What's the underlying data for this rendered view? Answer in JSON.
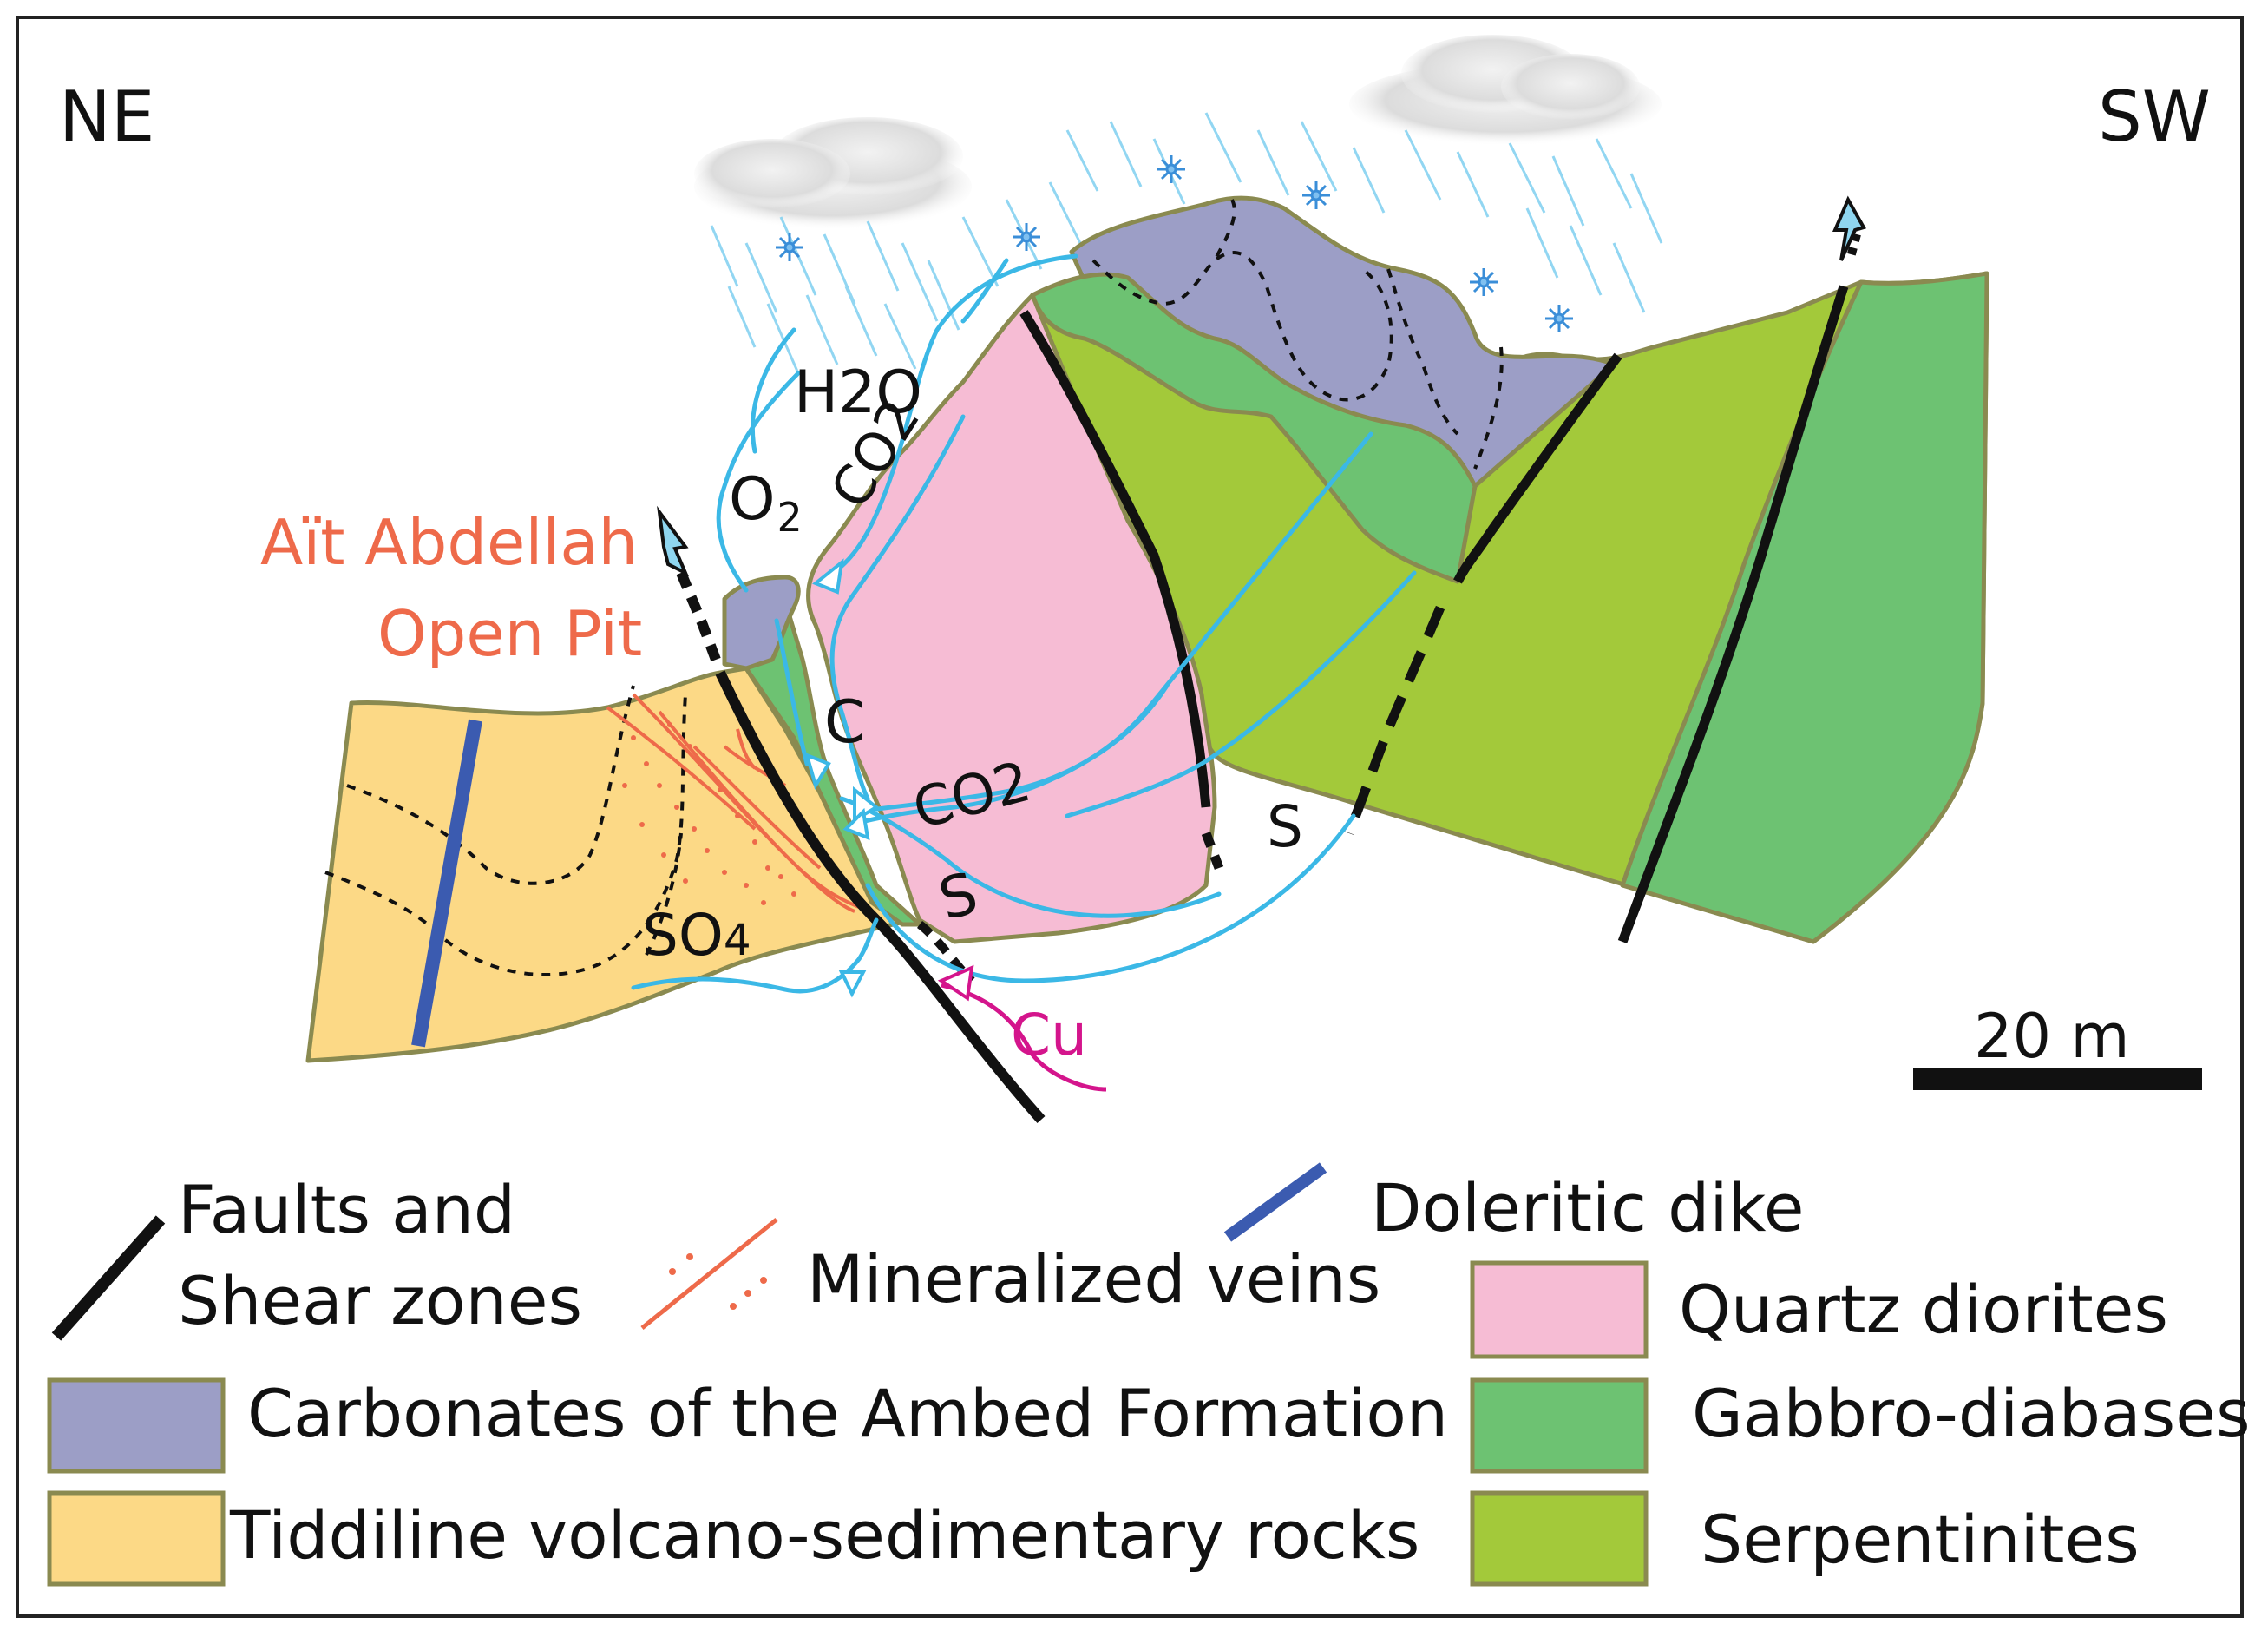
{
  "orientation": {
    "left": "NE",
    "right": "SW"
  },
  "site_label": {
    "line1": "Aït Abdellah",
    "line2": "Open Pit"
  },
  "chemistry": {
    "h2o": "H2O",
    "o2": "O",
    "o2_sub": "2",
    "co2_upper": "CO2",
    "c": "C",
    "co2_lower": "CO",
    "co2_lower_sub": "2",
    "s_center": "S",
    "s_right": "S",
    "so4": "SO",
    "so4_sub": "4",
    "cu": "Cu"
  },
  "scale_bar": {
    "label": "20 m"
  },
  "legend": {
    "faults_line1": "Faults and",
    "faults_line2": "Shear zones",
    "veins": "Mineralized veins",
    "dike": "Doleritic dike",
    "quartz": "Quartz diorites",
    "carbonates": "Carbonates of the Ambed Formation",
    "gabbro": "Gabbro-diabases",
    "tiddiline": "Tiddiline volcano-sedimentary rocks",
    "serpentinites": "Serpentinites"
  },
  "colors": {
    "carbonates": "#9c9ec6",
    "tiddiline": "#fcd986",
    "quartz": "#f6bcd4",
    "gabbro": "#6dc272",
    "serpentinites": "#a3c93a",
    "outline": "#8a8a50",
    "fluid": "#3bb8e6",
    "vein": "#ee6a4a",
    "dike": "#3b5bb0",
    "copper": "#d4158c",
    "site_label": "#ee6a4a",
    "fault": "#111111"
  }
}
